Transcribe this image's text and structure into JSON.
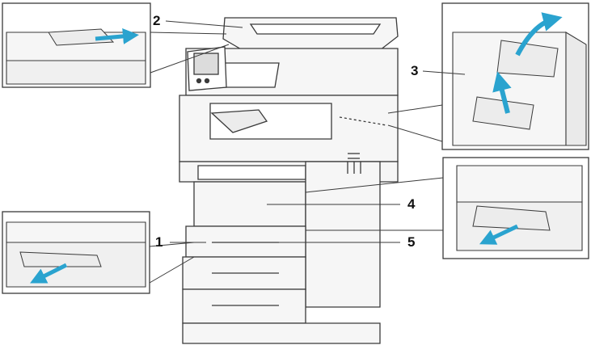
{
  "callouts": {
    "c1": "1",
    "c2": "2",
    "c3": "3",
    "c4": "4",
    "c5": "5"
  },
  "colors": {
    "printer_stroke": "#3a3a3a",
    "printer_fill": "#f6f6f6",
    "arrow": "#2aa3cf",
    "paper": "#ececec"
  }
}
